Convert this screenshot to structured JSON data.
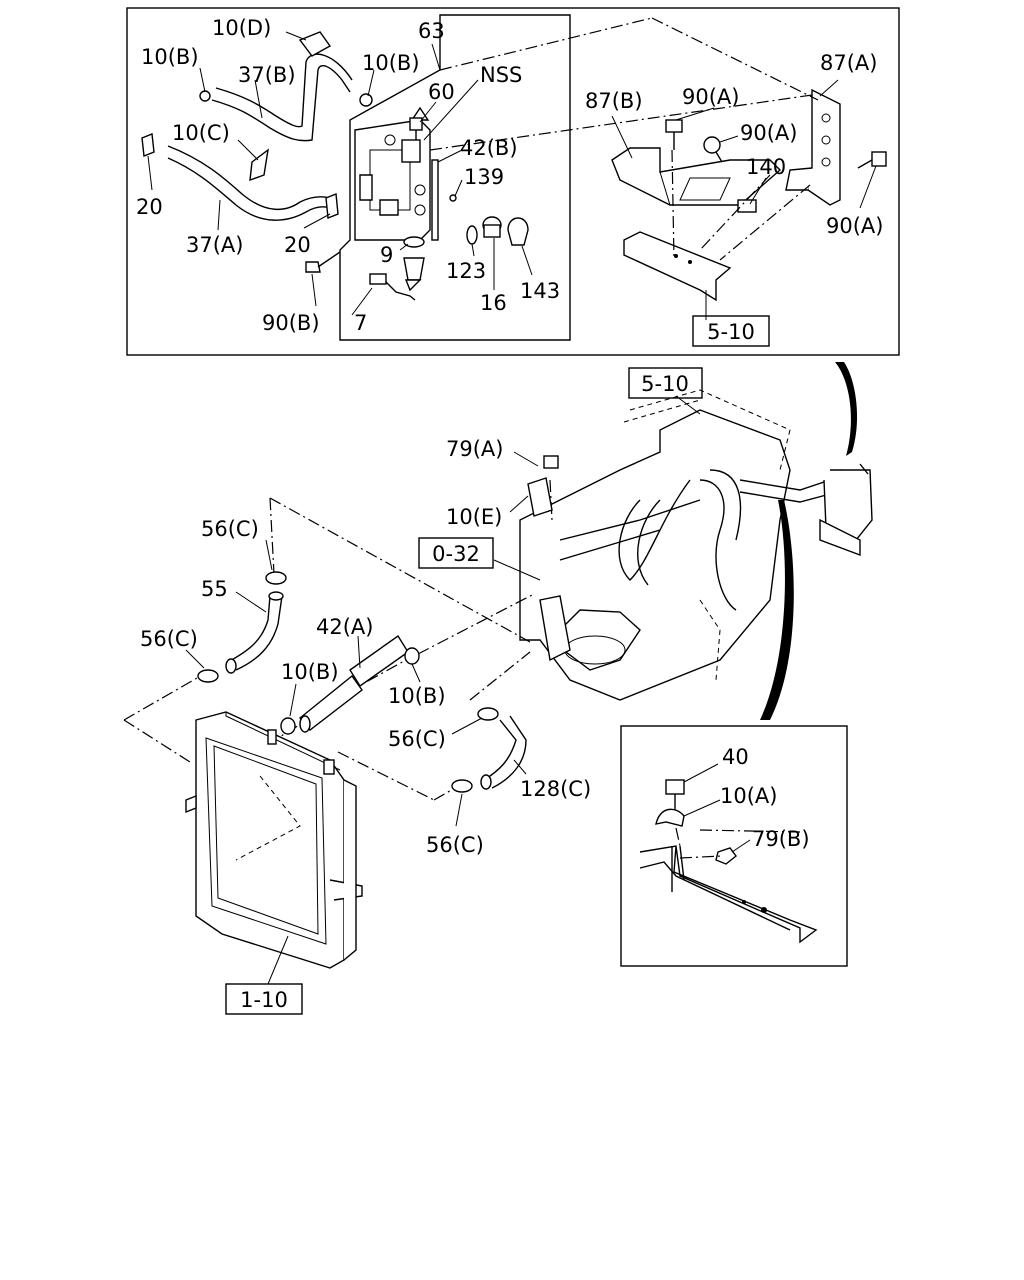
{
  "callouts": {
    "c_10d": "10(D)",
    "c_10b_1": "10(B)",
    "c_37b": "37(B)",
    "c_10b_2": "10(B)",
    "c_63": "63",
    "c_nss": "NSS",
    "c_60": "60",
    "c_42b": "42(B)",
    "c_139": "139",
    "c_10c": "10(C)",
    "c_20_1": "20",
    "c_37a": "37(A)",
    "c_20_2": "20",
    "c_9": "9",
    "c_123": "123",
    "c_16": "16",
    "c_143": "143",
    "c_90b": "90(B)",
    "c_7": "7",
    "c_87b": "87(B)",
    "c_90a_1": "90(A)",
    "c_90a_2": "90(A)",
    "c_87a": "87(A)",
    "c_140": "140",
    "c_90a_3": "90(A)",
    "c_79a": "79(A)",
    "c_10e": "10(E)",
    "c_56c_1": "56(C)",
    "c_55": "55",
    "c_56c_2": "56(C)",
    "c_42a": "42(A)",
    "c_10b_3": "10(B)",
    "c_10b_4": "10(B)",
    "c_56c_3": "56(C)",
    "c_128c": "128(C)",
    "c_56c_4": "56(C)",
    "c_40": "40",
    "c_10a": "10(A)",
    "c_79b": "79(B)"
  },
  "references": {
    "r_5_10_top": "5-10",
    "r_5_10_mid": "5-10",
    "r_0_32": "0-32",
    "r_1_10": "1-10"
  }
}
